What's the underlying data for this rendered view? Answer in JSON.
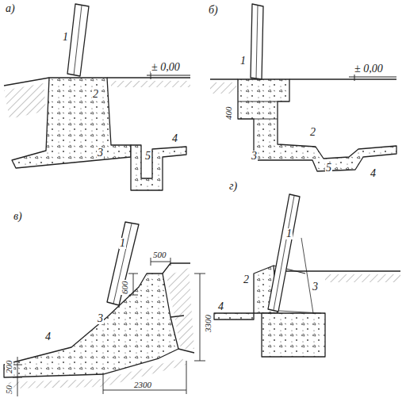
{
  "diagram": {
    "labels": [
      "а)",
      "1",
      "± 0,00",
      "2",
      "3",
      "5",
      "4",
      "б)",
      "1",
      "± 0,00",
      "400",
      "2",
      "3",
      "5",
      "4",
      "в)",
      "1",
      "600",
      "500",
      "3",
      "3300",
      "4",
      "200",
      "50",
      "2300",
      "г)",
      "1",
      "2",
      "4",
      "3"
    ]
  }
}
